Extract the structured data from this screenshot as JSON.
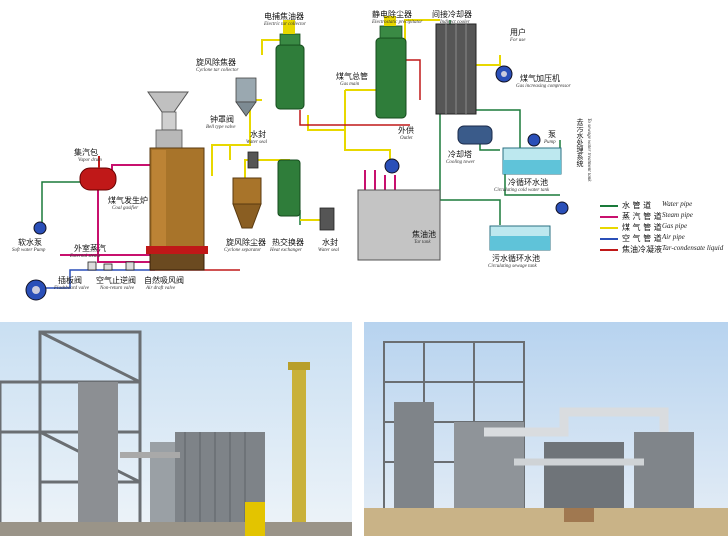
{
  "labels": {
    "electric_tar_title": "电捕焦油器",
    "electric_tar_en": "Electric tar collector",
    "electrostatic_title": "静电除尘器",
    "electrostatic_en": "Electrostatic precipitator",
    "indirect_cooler_title": "间接冷却器",
    "indirect_cooler_en": "Indirect cooler",
    "user_title": "用户",
    "user_en": "For use",
    "cyclone_collector_title": "旋风除焦器",
    "cyclone_collector_en": "Cyclone tar collector",
    "gas_main_title": "煤气总管",
    "gas_main_en": "Gas main",
    "compressor_title": "煤气加压机",
    "compressor_en": "Gas increasing compressor",
    "bell_valve_title": "钟罩阀",
    "bell_valve_en": "Bell type valve",
    "water_seal_title": "水封",
    "water_seal_en": "Water seal",
    "outlet_title": "外供",
    "outlet_en": "Outlet",
    "pump_title": "泵",
    "pump_en": "Pump",
    "steam_drum_title": "集汽包",
    "steam_drum_en": "Vapor drum",
    "cooling_tower_title": "冷却塔",
    "cooling_tower_en": "Cooling tower",
    "cold_pool_title": "冷循环水池",
    "cold_pool_en": "Circulating cold water tank",
    "coal_gasifier_title": "煤气发生炉",
    "coal_gasifier_en": "Coal gasifier",
    "tar_tank_title": "焦油池",
    "tar_tank_en": "Tar tank",
    "sewage_pool_title": "污水循环水池",
    "sewage_pool_en": "Circulating sewage tank",
    "soft_pump_title": "软水泵",
    "soft_pump_en": "Soft water Pump",
    "external_steam_title": "外室蒸汽",
    "external_steam_en": "External steam",
    "cyclone_sep_title": "旋风除尘器",
    "cyclone_sep_en": "Cyclone separator",
    "heat_exch_title": "热交换器",
    "heat_exch_en": "Heat exchanger",
    "water_seal2_title": "水封",
    "water_seal2_en": "Water seal",
    "flashboard_title": "插板阀",
    "flashboard_en": "Flashboard valve",
    "nonreturn_title": "空气止逆阀",
    "nonreturn_en": "Non-return valve",
    "airdraft_title": "自然吸风阀",
    "airdraft_en": "Air draft valve",
    "treatment_title": "去污水处理系统",
    "treatment_en": "To sewage water treatment tank"
  },
  "legend": [
    {
      "zh": "水 管 道",
      "en": "Water pipe",
      "color": "#1a7a3a"
    },
    {
      "zh": "蒸 汽 管 道",
      "en": "Steam pipe",
      "color": "#c8106e"
    },
    {
      "zh": "煤 气 管 道",
      "en": "Gas pipe",
      "color": "#e8d800"
    },
    {
      "zh": "空 气 管 道",
      "en": "Air pipe",
      "color": "#2a4fb8"
    },
    {
      "zh": "焦油冷凝液",
      "en": "Tar-condensate liquid",
      "color": "#c01818"
    }
  ],
  "colors": {
    "water": "#1a7a3a",
    "steam": "#c8106e",
    "gas": "#e8d800",
    "air": "#2a4fb8",
    "tar": "#c01818",
    "equipment_green": "#2f7d3a",
    "equipment_brown": "#a8742a"
  }
}
